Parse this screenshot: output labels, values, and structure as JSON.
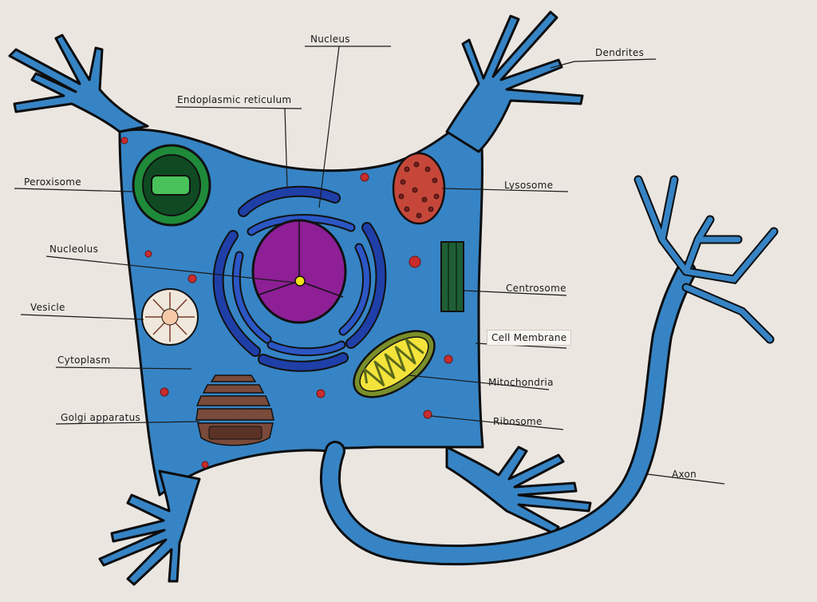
{
  "diagram": {
    "labels": {
      "nucleus": "Nucleus",
      "dendrites": "Dendrites",
      "endoplasmic_reticulum": "Endoplasmic reticulum",
      "peroxisome": "Peroxisome",
      "lysosome": "Lysosome",
      "nucleolus": "Nucleolus",
      "centrosome": "Centrosome",
      "vesicle": "Vesicle",
      "cell_membrane": "Cell Membrane",
      "cytoplasm": "Cytoplasm",
      "mitochondria": "Mitochondria",
      "golgi_apparatus": "Golgi apparatus",
      "ribosome": "Ribosome",
      "axon": "Axon"
    },
    "colors": {
      "paper": "#e9e4de",
      "cytoplasm": "#3c8fd0",
      "outline": "#111111",
      "er": "#1f3fa8",
      "nucleus": "#8e1f96",
      "nucleolus": "#f2e21a",
      "peroxisome_outer": "#1f8a3a",
      "peroxisome_inner": "#0f4a22",
      "lysosome": "#c6473a",
      "centrosome": "#1f5e35",
      "mitochondria_outer": "#7a8e2a",
      "mitochondria_inner": "#f3e33b",
      "golgi": "#7a4a3a",
      "ribosome": "#c92d2d",
      "vesicle": "#f0e8dc"
    }
  }
}
